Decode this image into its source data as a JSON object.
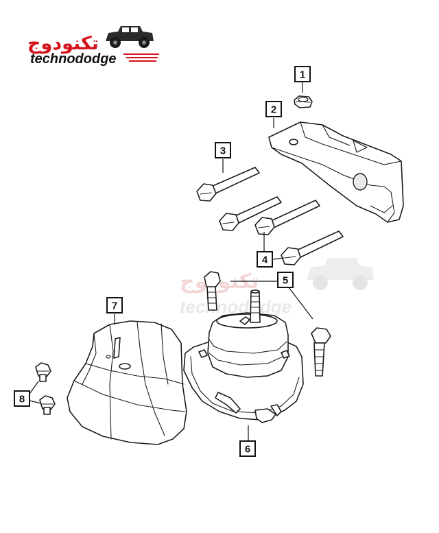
{
  "logo": {
    "arabic_text": "تكنودوج",
    "latin_text": "technododge",
    "accent_color": "#d4121c",
    "icon": "jeep-icon"
  },
  "watermark": {
    "arabic_text": "تكنودوج",
    "latin_text": "technododge",
    "icon": "jeep-icon"
  },
  "callouts": [
    "1",
    "2",
    "3",
    "4",
    "5",
    "6",
    "7",
    "8"
  ],
  "parts": [
    "nut",
    "bracket",
    "bolt",
    "bolt",
    "bolt",
    "engine-mount",
    "heat-shield",
    "bolt"
  ]
}
